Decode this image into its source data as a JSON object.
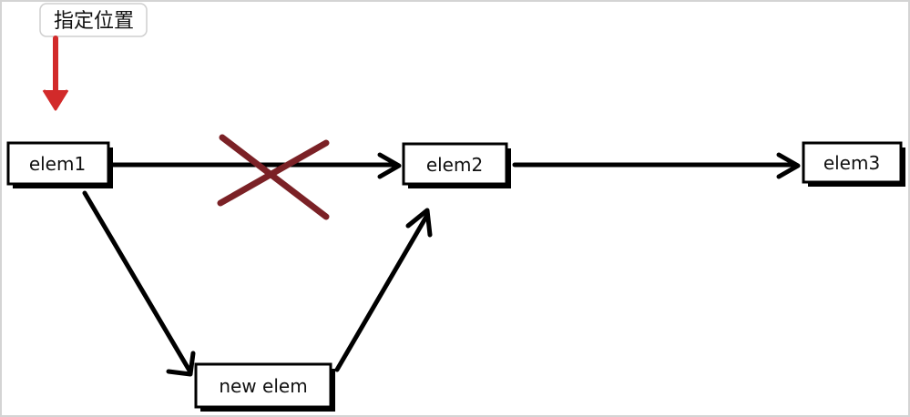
{
  "callout": {
    "label": "指定位置",
    "arrow_color": "#d22a2a"
  },
  "nodes": {
    "elem1": "elem1",
    "elem2": "elem2",
    "elem3": "elem3",
    "new_elem": "new elem"
  },
  "colors": {
    "edge": "#000000",
    "cross": "#7b2126",
    "node_border": "#000000",
    "node_shadow": "#000000"
  }
}
